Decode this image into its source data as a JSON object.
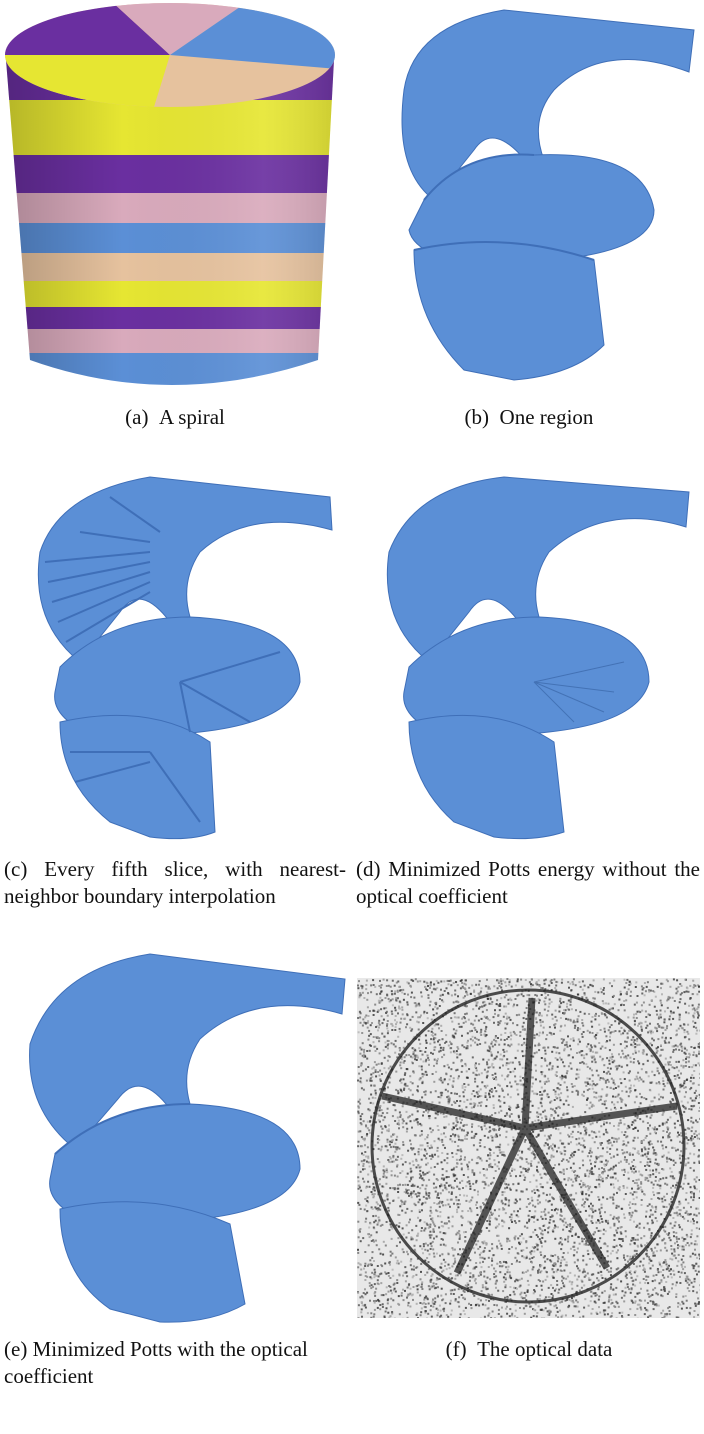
{
  "figure": {
    "panels": [
      {
        "id": "a",
        "tag": "(a)",
        "caption": "A spiral"
      },
      {
        "id": "b",
        "tag": "(b)",
        "caption": "One region"
      },
      {
        "id": "c",
        "tag": "(c)",
        "caption": "Every fifth slice, with nearest-neighbor boundary interpolation"
      },
      {
        "id": "d",
        "tag": "(d)",
        "caption": "Minimized Potts energy without the optical coefficient"
      },
      {
        "id": "e",
        "tag": "(e)",
        "caption": "Minimized Potts with the optical coefficient"
      },
      {
        "id": "f",
        "tag": "(f)",
        "caption": "The optical data"
      }
    ]
  },
  "colors": {
    "region_blue": "#5b8fd6",
    "region_blue_dark": "#3f6fb8",
    "purple": "#6a2fa0",
    "yellow": "#e6e632",
    "pink": "#d9aabc",
    "peach": "#e6c29e",
    "noise_dark": "#222222"
  }
}
